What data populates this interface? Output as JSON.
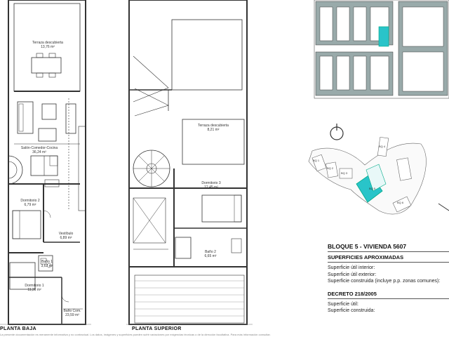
{
  "left_plan": {
    "rooms": [
      {
        "name": "Terraza descubierta",
        "area": "13,76 m²"
      },
      {
        "name": "Salón-Comedor-Cocina",
        "area": "36,24 m²"
      },
      {
        "name": "Dormitorio 2",
        "area": "6,79 m²"
      },
      {
        "name": "Vestíbulo",
        "area": "6,89 m²"
      },
      {
        "name": "Baño 1",
        "area": "3,62 m²"
      },
      {
        "name": "Dormitorio 1",
        "area": "11,36 m²"
      },
      {
        "name": "Baño Com.",
        "area": "23,59 m²"
      }
    ],
    "title": "PLANTA BAJA"
  },
  "right_plan": {
    "rooms": [
      {
        "name": "Terraza descubierta",
        "area": "8,21 m²"
      },
      {
        "name": "Dormitorio 3",
        "area": "12,45 m²"
      },
      {
        "name": "Baño 2",
        "area": "6,65 m²"
      }
    ],
    "title": "PLANTA SUPERIOR"
  },
  "site_map": {
    "block_labels": [
      "BQ 1",
      "BQ 2",
      "BQ 3",
      "BQ 4",
      "BQ 5",
      "BQ 6"
    ]
  },
  "info": {
    "block_title": "BLOQUE 5 - VIVIENDA 5607",
    "surfaces_heading": "SUPERFICIES APROXIMADAS",
    "surface_rows": [
      "Superficie útil interior:",
      "Superficie útil exterior:",
      "Superficie construida (incluye p.p. zonas comunes):"
    ],
    "decree_heading": "DECRETO 218/2005",
    "decree_rows": [
      "Superficie útil:",
      "Superficie construida:"
    ]
  },
  "footnote": "La presente documentación es meramente informativa y no contractual. Los datos, imágenes y superficies pueden sufrir variaciones por exigencias técnicas o de la dirección facultativa. Para más información consultar."
}
